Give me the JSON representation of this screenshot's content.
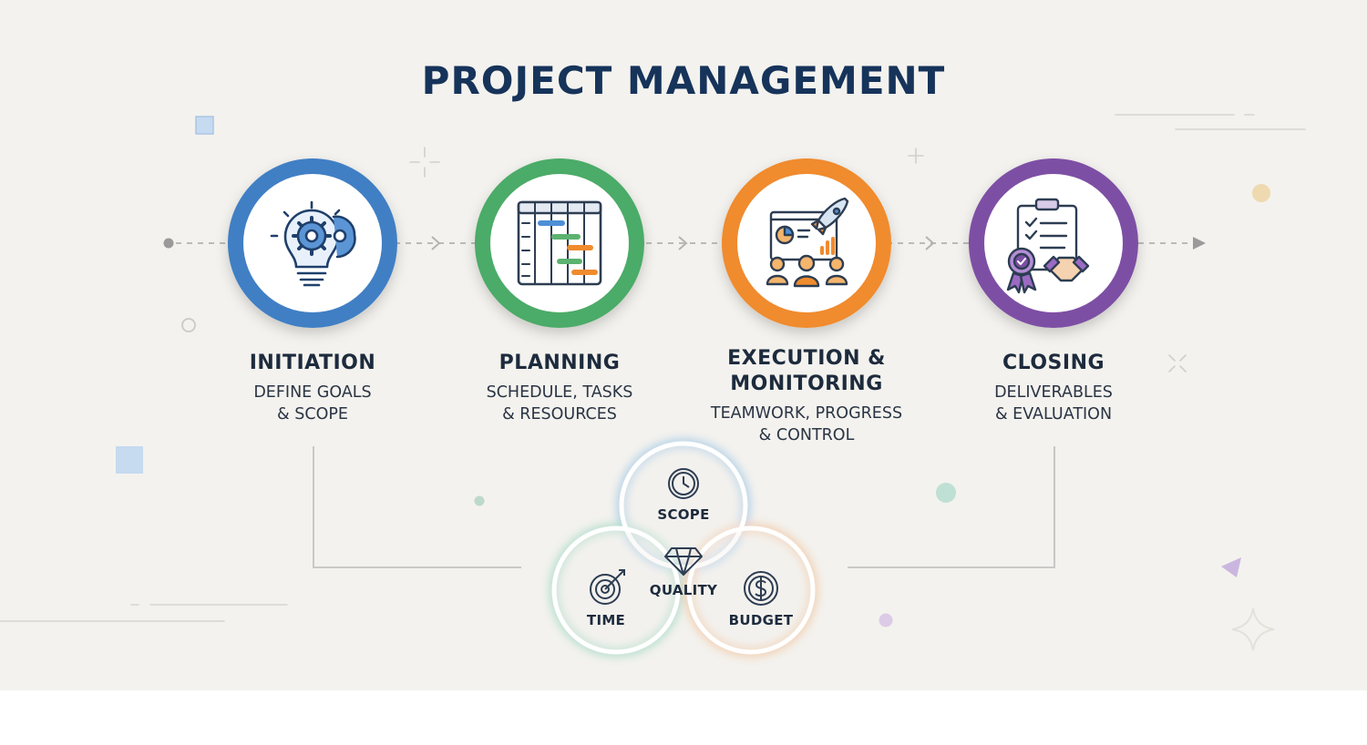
{
  "title": "PROJECT MANAGEMENT",
  "phases": [
    {
      "title": "INITIATION",
      "desc": "DEFINE GOALS\n& SCOPE",
      "color": "#3f7fc4",
      "icon": "lightbulb-gears-icon"
    },
    {
      "title": "PLANNING",
      "desc": "SCHEDULE, TASKS\n& RESOURCES",
      "color": "#4bab67",
      "icon": "gantt-chart-icon"
    },
    {
      "title": "EXECUTION &\nMONITORING",
      "desc": "TEAMWORK, PROGRESS\n& CONTROL",
      "color": "#f08b2e",
      "icon": "rocket-team-icon"
    },
    {
      "title": "CLOSING",
      "desc": "DELIVERABLES\n& EVALUATION",
      "color": "#7d4fa4",
      "icon": "clipboard-handshake-icon"
    }
  ],
  "constraints": {
    "scope": "SCOPE",
    "time": "TIME",
    "budget": "BUDGET",
    "quality": "QUALITY",
    "colors": {
      "scope": "#5aa2de",
      "time": "#62c2a2",
      "budget": "#f0a060"
    },
    "icons": {
      "scope": "clock-icon",
      "time": "target-icon",
      "budget": "dollar-coin-icon",
      "quality": "diamond-icon"
    }
  }
}
